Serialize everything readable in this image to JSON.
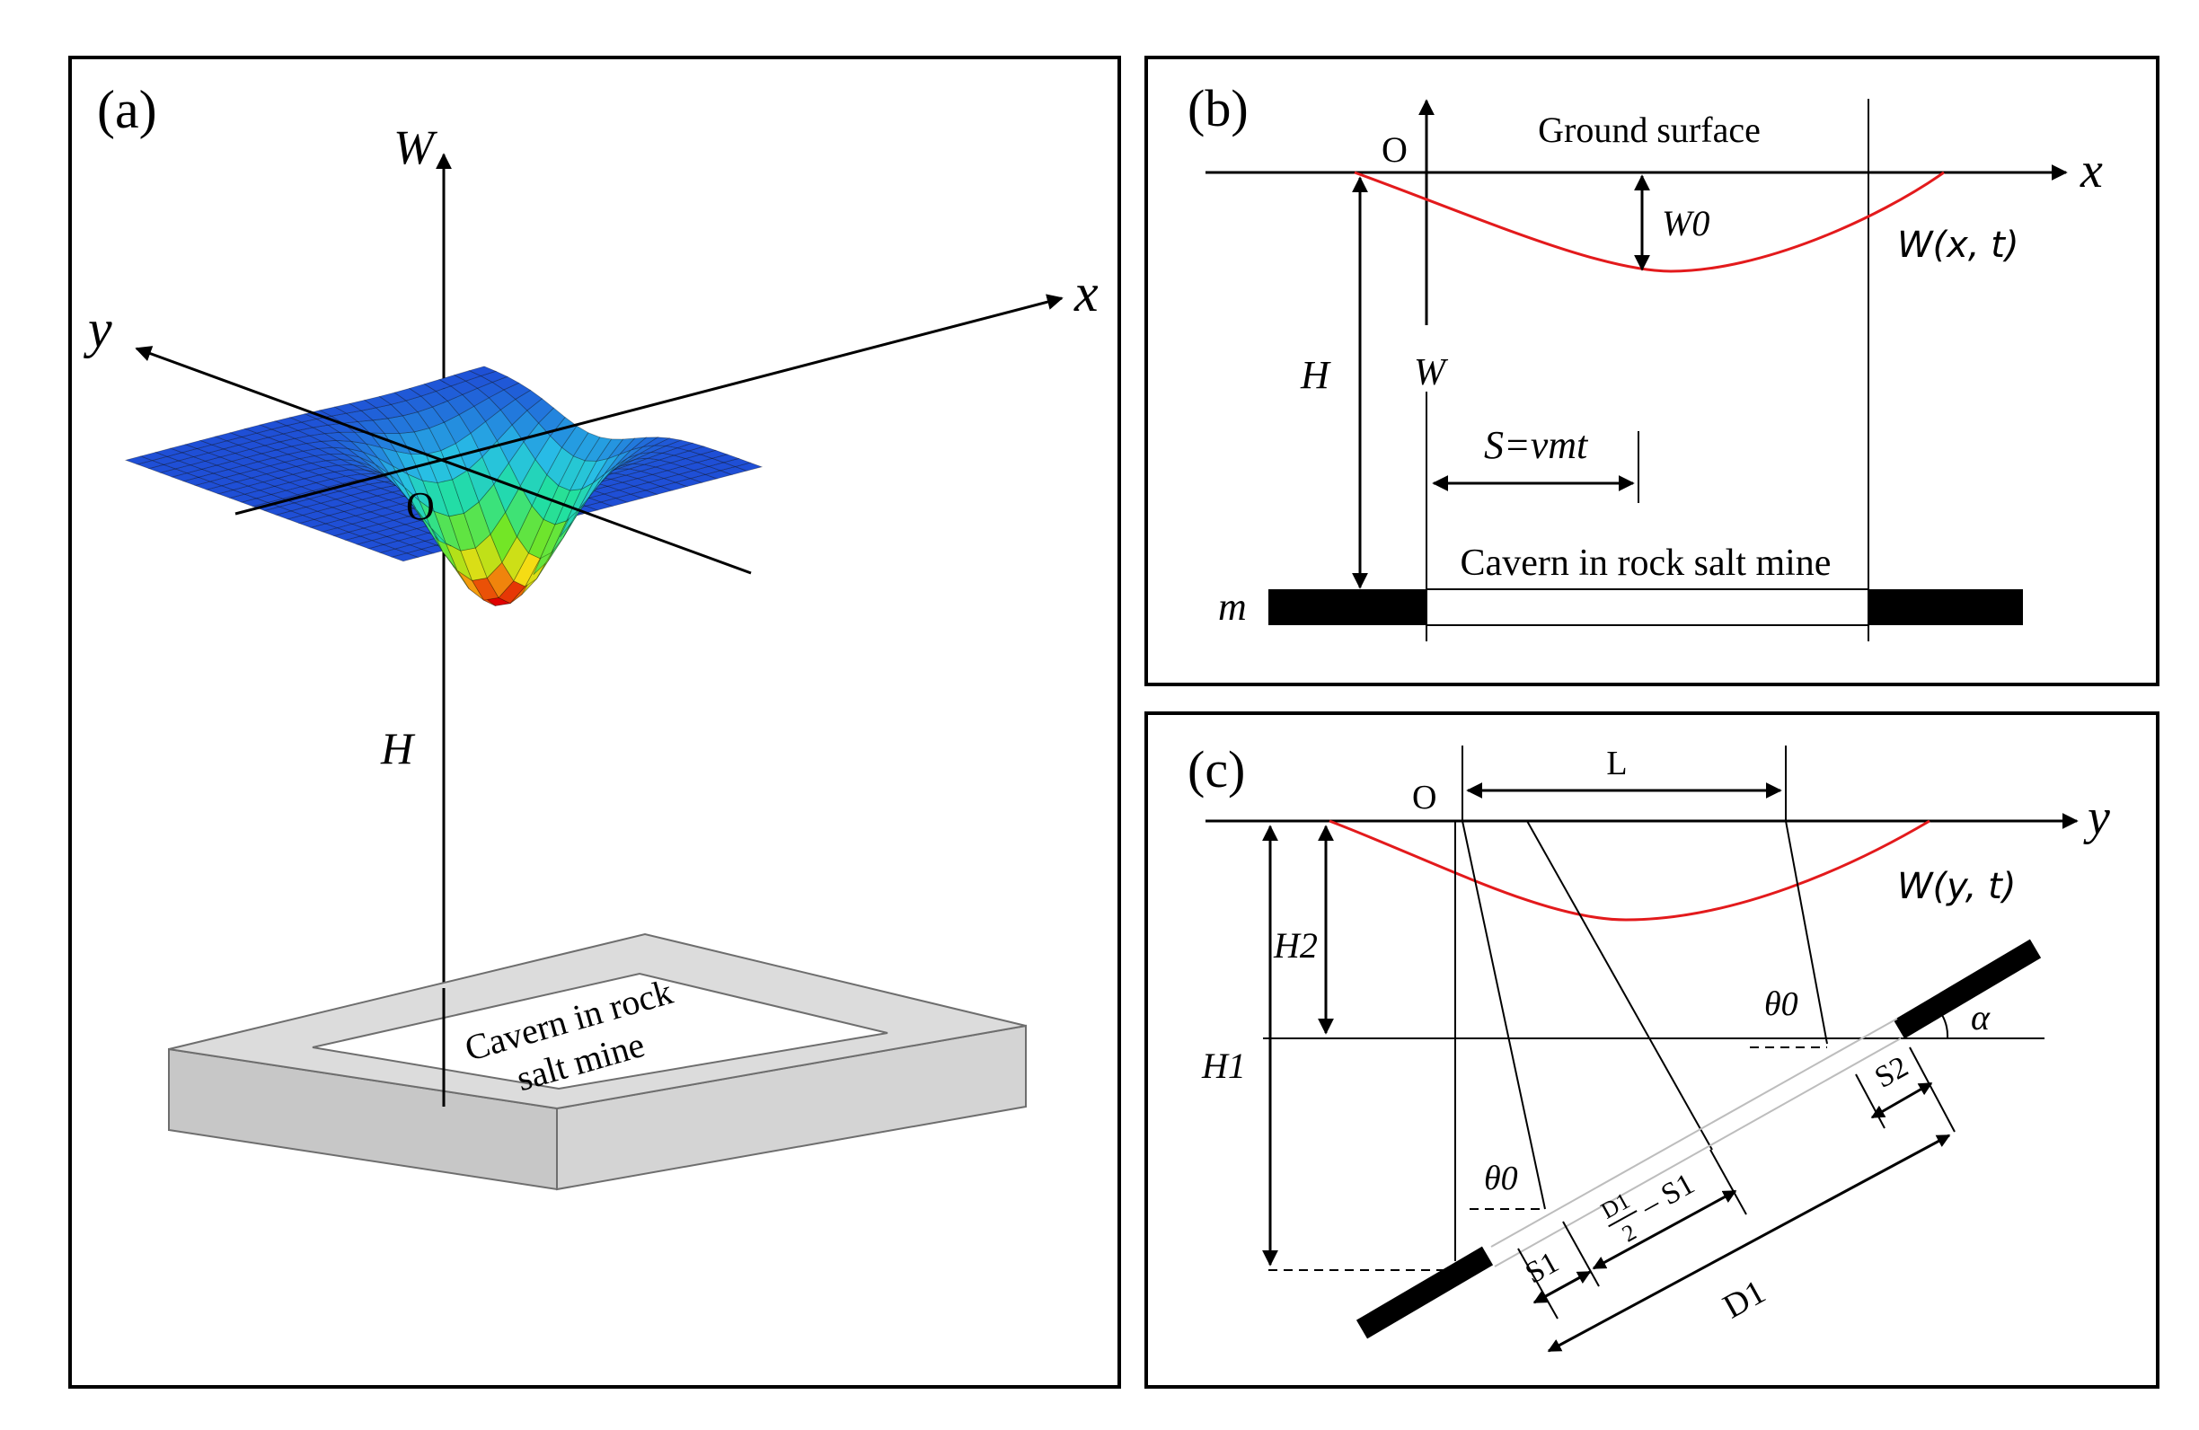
{
  "colors": {
    "surface_low": "#1f4fd6",
    "surface_mid": "#22e0a0",
    "surface_deep": "#e00000",
    "deflection_curve": "#e31a1c",
    "cavern_box": "#d9d9d9"
  },
  "panel_a": {
    "label": "(a)",
    "axis_w": "W",
    "axis_x": "x",
    "axis_y": "y",
    "origin": "O",
    "depth": "H",
    "cavern_line1": "Cavern in rock",
    "cavern_line2": "salt mine"
  },
  "panel_b": {
    "label": "(b)",
    "origin": "O",
    "ground": "Ground surface",
    "axis_x": "x",
    "max_subsidence": "W0",
    "curve_label": "W(x, t)",
    "depth": "H",
    "axis_w": "W",
    "advance": "S=vmt",
    "cavern": "Cavern in rock salt mine",
    "thickness": "m"
  },
  "panel_c": {
    "label": "(c)",
    "origin": "O",
    "span": "L",
    "axis_y": "y",
    "curve_label": "W(y, t)",
    "depth_h2": "H2",
    "depth_h1": "H1",
    "theta_upper": "θ0",
    "theta_lower": "θ0",
    "dip": "α",
    "s2": "S2",
    "s1": "S1",
    "half_d_num": "D1",
    "half_d_den": "2",
    "half_d_minus": "– S1",
    "d1": "D1"
  }
}
